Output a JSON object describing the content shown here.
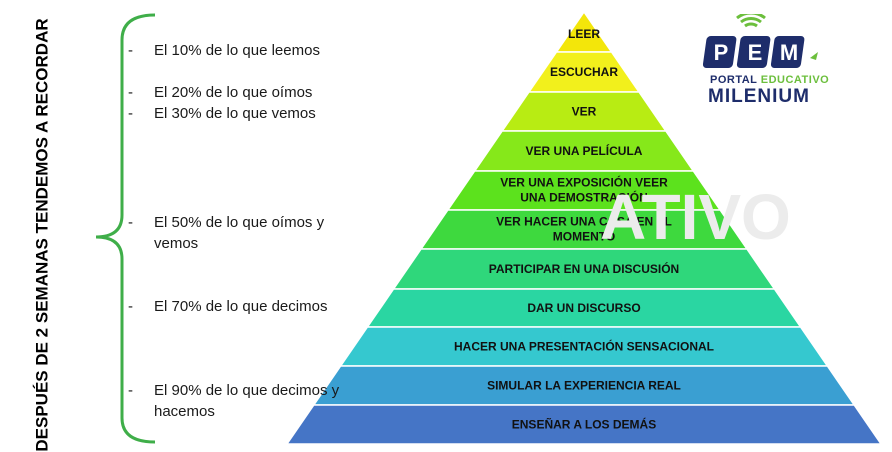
{
  "side_title": "DESPUÉS DE 2 SEMANAS TENDEMOS A RECORDAR",
  "notes": [
    {
      "dash": "-",
      "text": "El 10% de lo que leemos"
    },
    {
      "dash": "-",
      "text": "El 20% de lo que oímos"
    },
    {
      "dash": "-",
      "text": "El 30% de lo que vemos"
    },
    {
      "dash": "-",
      "text": "El 50% de lo que oímos y vemos"
    },
    {
      "dash": "-",
      "text": "El 70% de lo que decimos"
    },
    {
      "dash": "-",
      "text": "El 90% de lo que decimos y hacemos"
    }
  ],
  "pyramid": [
    {
      "label": "LEER",
      "color": "#f3e60a"
    },
    {
      "label": "ESCUCHAR",
      "color": "#f2f01c"
    },
    {
      "label": "VER",
      "color": "#b8ec13"
    },
    {
      "label": "VER UNA PELÍCULA",
      "color": "#86e81a"
    },
    {
      "label": "VER UNA EXPOSICIÓN VEER UNA DEMOSTRACIÓN",
      "color": "#5ce21d"
    },
    {
      "label": "VER HACER UNA COSA EN EL MOMENTO",
      "color": "#3ed93e"
    },
    {
      "label": "PARTICIPAR EN UNA DISCUSIÓN",
      "color": "#2fd77b"
    },
    {
      "label": "DAR UN DISCURSO",
      "color": "#2ad6a2"
    },
    {
      "label": "HACER UNA PRESENTACIÓN SENSACIONAL",
      "color": "#35c8cf"
    },
    {
      "label": "SIMULAR LA EXPERIENCIA REAL",
      "color": "#3a9fd2"
    },
    {
      "label": "ENSEÑAR A LOS DEMÁS",
      "color": "#4575c6"
    }
  ],
  "logo": {
    "badge_letters": [
      "P",
      "E",
      "M"
    ],
    "line1_a": "PORTAL ",
    "line1_b": "EDUCATIVO",
    "line2": "MILENIUM"
  },
  "watermark": "ATIVO",
  "colors": {
    "bracket": "#3fae49",
    "navy": "#1e2d6b",
    "green": "#6cbf3d",
    "text": "#1a1a1a"
  }
}
